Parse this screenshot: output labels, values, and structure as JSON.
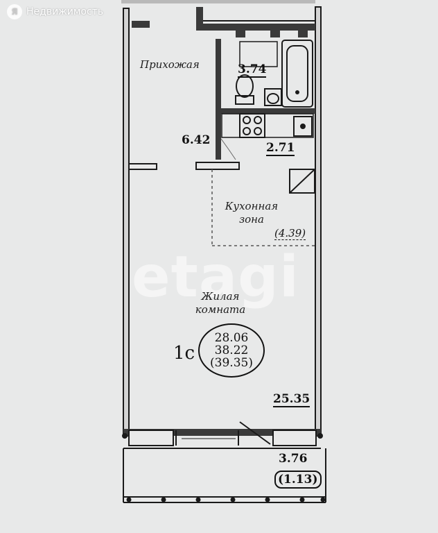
{
  "watermark": {
    "logo_icon": "yandex-realty-logo-icon",
    "text": "Недвижимость"
  },
  "overlay_watermark": "etagi",
  "rooms": {
    "hallway": {
      "label": "Прихожая",
      "area": "6.42"
    },
    "bathroom": {
      "area": "3.74"
    },
    "kitchen": {
      "area": "2.71"
    },
    "kitchen_zone": {
      "label_line1": "Кухонная",
      "label_line2": "зона",
      "area": "(4.39)"
    },
    "living": {
      "label_line1": "Жилая",
      "label_line2": "комната",
      "area": "25.35"
    },
    "balcony": {
      "area": "3.76",
      "area_reduced": "(1.13)"
    }
  },
  "summary": {
    "type": "1с",
    "living_area": "28.06",
    "total_area": "38.22",
    "total_with_balcony": "(39.35)"
  },
  "colors": {
    "wall": "#1a1a1a",
    "paper": "#e9eaea"
  }
}
